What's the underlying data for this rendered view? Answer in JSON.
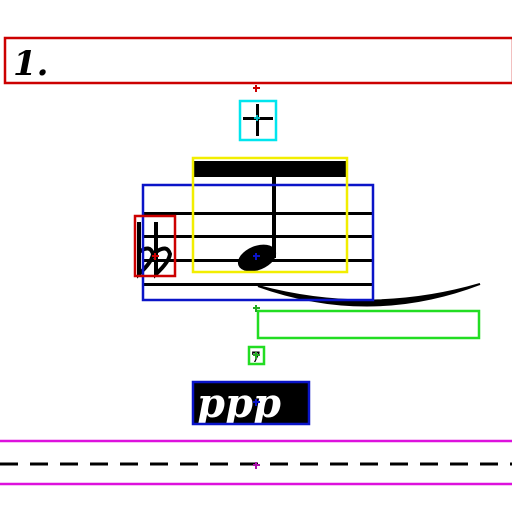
{
  "score": {
    "measure_number": "1.",
    "dynamic": "ppp",
    "small_text": "7"
  },
  "colors": {
    "ink": "#000000",
    "red_box": "#cc0000",
    "cyan_box": "#00e5ee",
    "yellow_box": "#f2ee00",
    "blue_box": "#0a14c8",
    "green_box": "#22dd22",
    "magenta_box": "#dd11dd"
  }
}
